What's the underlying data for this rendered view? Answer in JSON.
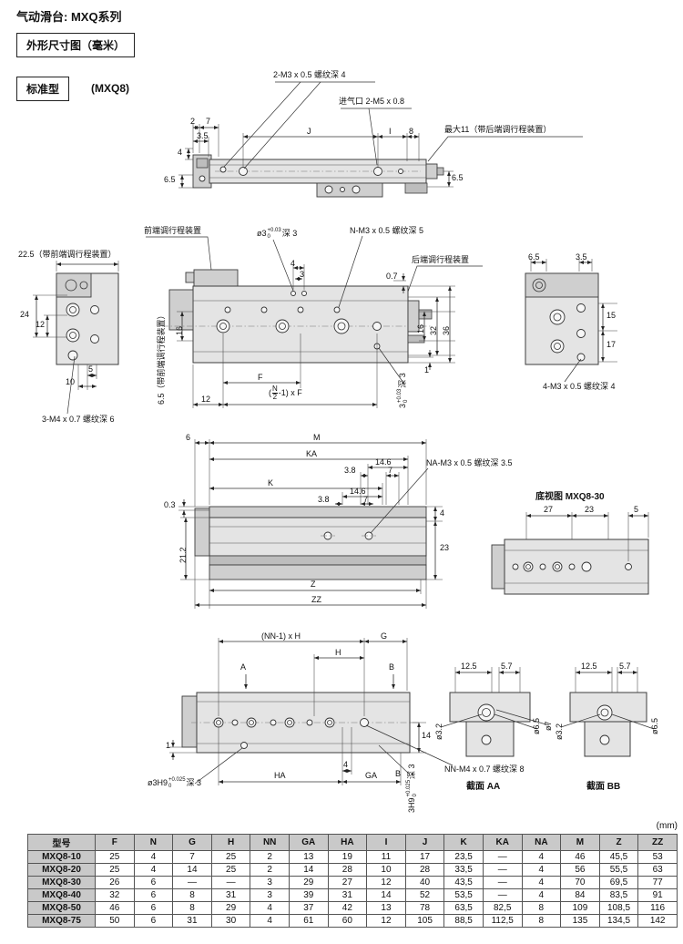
{
  "header": {
    "title": "气动滑台: MXQ系列",
    "outline_box": "外形尺寸图（毫米）",
    "type_box": "标准型",
    "type_suffix": "(MXQ8)"
  },
  "top_view": {
    "thread_label": "2-M3 x 0.5 螺纹深 4",
    "port_label": "进气口 2-M5 x 0.8",
    "max_label": "最大11（带后端调行程装置）",
    "dim_2": "2",
    "dim_7": "7",
    "dim_3_5": "3.5",
    "dim_4": "4",
    "dim_j": "J",
    "dim_i": "I",
    "dim_8": "8",
    "dim_6_5_left": "6.5",
    "dim_6_5_right": "6.5"
  },
  "side_left": {
    "width_label": "22.5（带前端调行程装置）",
    "dim_24": "24",
    "dim_12": "12",
    "dim_5": "5",
    "dim_10": "10",
    "thread_label": "3-M4 x 0.7 螺纹深 6"
  },
  "front_view": {
    "front_adj_label": "前端调行程装置",
    "rear_adj_label": "后端调行程装置",
    "hole_label": {
      "prefix": "ø3",
      "tol_top": "+0.03",
      "tol_bot": "0",
      "suffix": "深 3"
    },
    "thread_label": "N-M3 x 0.5 螺纹深 5",
    "dim_4": "4",
    "dim_3": "3",
    "dim_0_7": "0.7",
    "dim_16_right": "16",
    "dim_32": "32",
    "dim_36": "36",
    "dim_16_left": "16",
    "dim_1": "1",
    "dim_f": "F",
    "dim_12": "12",
    "pitch_label": {
      "open": "(",
      "num": "N",
      "den": "2",
      "rest": "-1) x F"
    },
    "left_note_rot": "6.5（带前端调行程装置）",
    "hole_label_rot": {
      "prefix": "3",
      "tol_top": "+0.03",
      "tol_bot": "0",
      "suffix": "深 3"
    }
  },
  "side_right": {
    "dim_6_5": "6.5",
    "dim_3_5": "3.5",
    "dim_15": "15",
    "dim_17": "17",
    "thread_label": "4-M3 x 0.5 螺纹深 4"
  },
  "bottom_view": {
    "dim_6": "6",
    "dim_m": "M",
    "dim_ka": "KA",
    "dim_14_6_a": "14.6",
    "dim_3_8_a": "3.8",
    "dim_7_a": "7",
    "dim_k": "K",
    "dim_14_6_b": "14.6",
    "dim_3_8_b": "3.8",
    "dim_7_b": "7",
    "thread_label": "NA-M3 x 0.5 螺纹深 3.5",
    "dim_0_3": "0.3",
    "dim_21_2": "21.2",
    "dim_4": "4",
    "dim_23": "23",
    "dim_z": "Z",
    "dim_zz": "ZZ"
  },
  "inset": {
    "title": "底视图 MXQ8-30",
    "dim_27": "27",
    "dim_23": "23",
    "dim_5": "5"
  },
  "hole_view": {
    "dim_pitch": "(NN-1) x H",
    "dim_g": "G",
    "dim_h": "H",
    "dim_a": "A",
    "dim_b_top": "B",
    "dim_1": "1",
    "dim_14": "14",
    "dim_4": "4",
    "dim_ha": "HA",
    "dim_ga": "GA",
    "dim_b_bottom": "B",
    "hole_label": {
      "prefix": "ø3H9",
      "tol_top": "+0.025",
      "tol_bot": "0",
      "suffix": "深 3"
    },
    "hole_label_rot": {
      "prefix": "3H9",
      "tol_top": "+0.025",
      "tol_bot": "0",
      "suffix": "深 3"
    },
    "thread_label": "NN-M4 x 0.7 螺纹深 8"
  },
  "section_aa": {
    "caption": "截面 AA",
    "dim_12_5": "12.5",
    "dim_5_7": "5.7",
    "dim_d3_2": "ø3.2",
    "dim_d6_5": "ø6.5",
    "dim_d7": "ø7"
  },
  "section_bb": {
    "caption": "截面 BB",
    "dim_12_5": "12.5",
    "dim_5_7": "5.7",
    "dim_d3_2": "ø3.2",
    "dim_d6_5": "ø6.5"
  },
  "table": {
    "unit": "(mm)",
    "headers": [
      "型号",
      "F",
      "N",
      "G",
      "H",
      "NN",
      "GA",
      "HA",
      "I",
      "J",
      "K",
      "KA",
      "NA",
      "M",
      "Z",
      "ZZ"
    ],
    "rows": [
      [
        "MXQ8-10",
        "25",
        "4",
        "7",
        "25",
        "2",
        "13",
        "19",
        "11",
        "17",
        "23,5",
        "—",
        "4",
        "46",
        "45,5",
        "53"
      ],
      [
        "MXQ8-20",
        "25",
        "4",
        "14",
        "25",
        "2",
        "14",
        "28",
        "10",
        "28",
        "33,5",
        "—",
        "4",
        "56",
        "55,5",
        "63"
      ],
      [
        "MXQ8-30",
        "26",
        "6",
        "—",
        "—",
        "3",
        "29",
        "27",
        "12",
        "40",
        "43,5",
        "—",
        "4",
        "70",
        "69,5",
        "77"
      ],
      [
        "MXQ8-40",
        "32",
        "6",
        "8",
        "31",
        "3",
        "39",
        "31",
        "14",
        "52",
        "53,5",
        "—",
        "4",
        "84",
        "83,5",
        "91"
      ],
      [
        "MXQ8-50",
        "46",
        "6",
        "8",
        "29",
        "4",
        "37",
        "42",
        "13",
        "78",
        "63,5",
        "82,5",
        "8",
        "109",
        "108,5",
        "116"
      ],
      [
        "MXQ8-75",
        "50",
        "6",
        "31",
        "30",
        "4",
        "61",
        "60",
        "12",
        "105",
        "88,5",
        "112,5",
        "8",
        "135",
        "134,5",
        "142"
      ]
    ]
  }
}
